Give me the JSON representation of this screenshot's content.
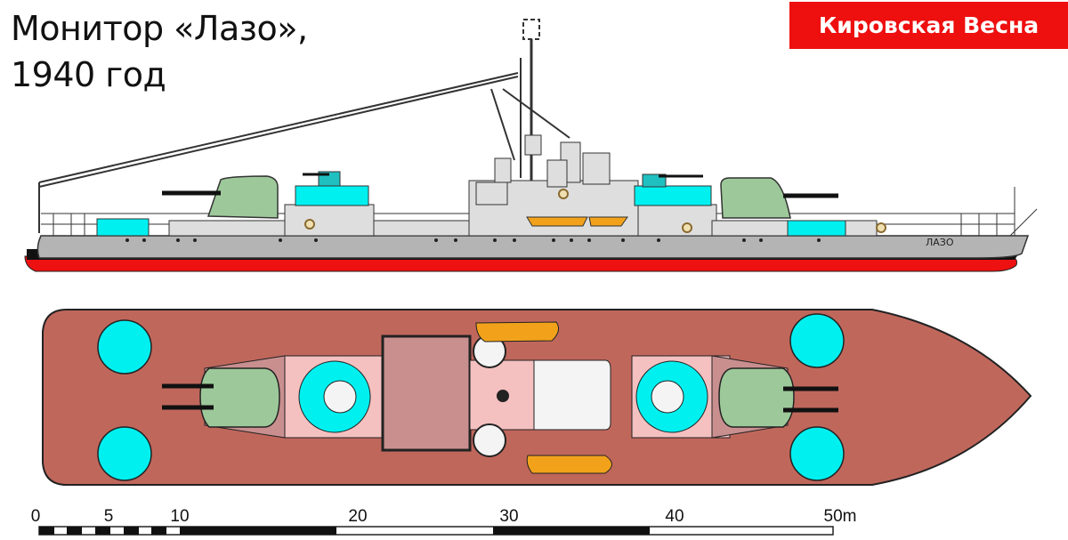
{
  "title": {
    "line1": "Монитор «Лазо»,",
    "line2": "1940 год"
  },
  "brand": {
    "label": "Кировская Весна",
    "background": "#ee0f0f",
    "color": "#ffffff"
  },
  "profile_view": {
    "hull_name": "ЛАЗО",
    "colors": {
      "hull": "#b4b4b4",
      "boot_topping": "#111111",
      "underwater": "#ee1111",
      "main_turret": "#9dc99a",
      "aa_platform": "#00f0f0",
      "superstructure": "#dedede",
      "boat": "#f2a21a"
    }
  },
  "plan_view": {
    "colors": {
      "deck": "#c0675c",
      "turret_barbette": "#f4c0c0",
      "turret_base": "#c98f8f",
      "main_turret": "#9dc99a",
      "aa_mount": "#00f0f0",
      "boat": "#f2a21a",
      "superstructure": "#f4c0c0"
    }
  },
  "scale_bar": {
    "unit": "m",
    "labels": [
      "0",
      "5",
      "10",
      "20",
      "30",
      "40",
      "50m"
    ],
    "label_positions": [
      44,
      128,
      209,
      405,
      578,
      758,
      936
    ]
  }
}
